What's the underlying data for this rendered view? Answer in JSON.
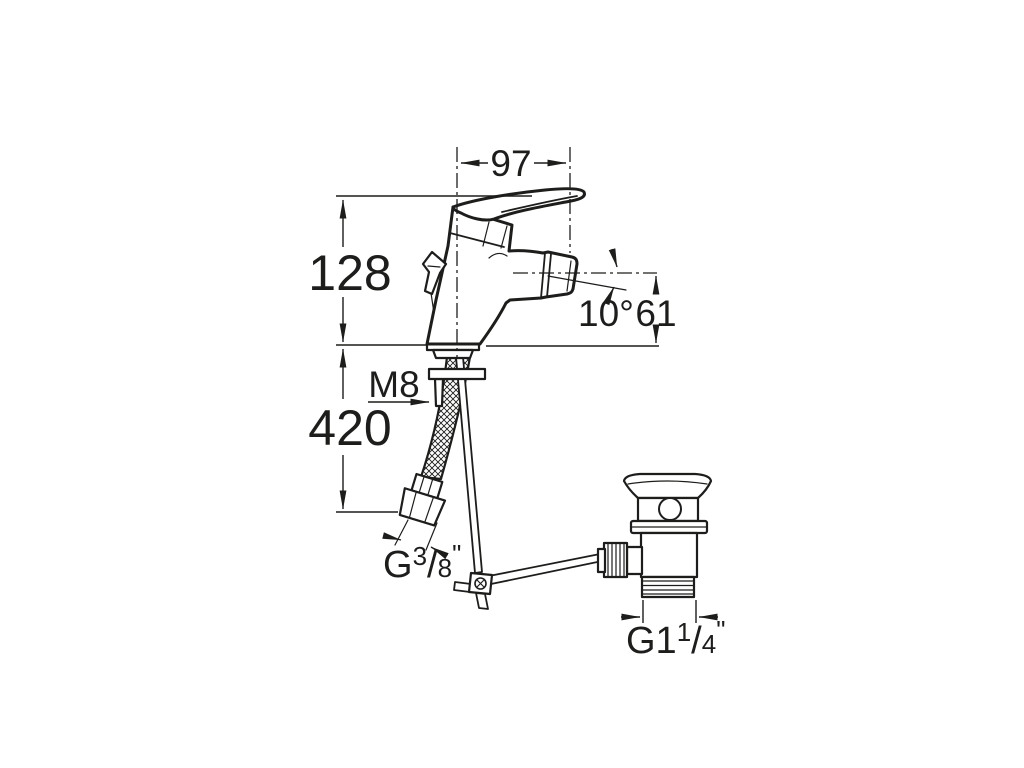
{
  "drawing": {
    "type": "technical-dimension-drawing",
    "subject": "single-lever bidet mixer with flexible supply hose and pop-up waste",
    "background_color": "#ffffff",
    "line_color": "#1d1d1b",
    "dims": {
      "spout_reach": {
        "label": "97"
      },
      "height_above_deck": {
        "label": "128"
      },
      "hose_drop": {
        "label": "420"
      },
      "spout_height": {
        "label": "61"
      },
      "spout_angle": {
        "label": "10°"
      },
      "fixing_stud": {
        "label": "M8"
      },
      "supply_thread": {
        "g": "G",
        "num": "3",
        "slash": "/",
        "den": "8",
        "inch": "\""
      },
      "waste_thread": {
        "g": "G1",
        "num": "1",
        "slash": "/",
        "den": "4",
        "inch": "\""
      }
    }
  }
}
